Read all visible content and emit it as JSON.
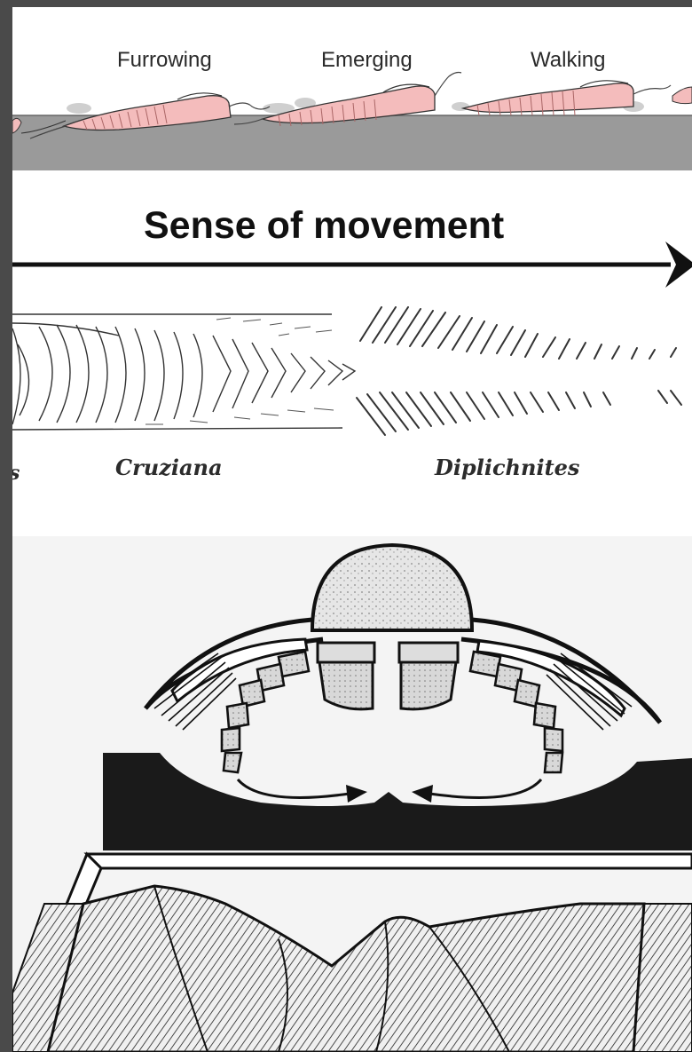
{
  "stages": {
    "furrowing": "Furrowing",
    "emerging": "Emerging",
    "walking": "Walking"
  },
  "direction": {
    "label": "Sense of movement"
  },
  "traces": {
    "partial": "s",
    "cruziana": "Cruziana",
    "diplichnites": "Diplichnites"
  },
  "colors": {
    "trilobite_body": "#f4bcbc",
    "sediment_band": "#9a9a9a",
    "outline": "#222222"
  }
}
